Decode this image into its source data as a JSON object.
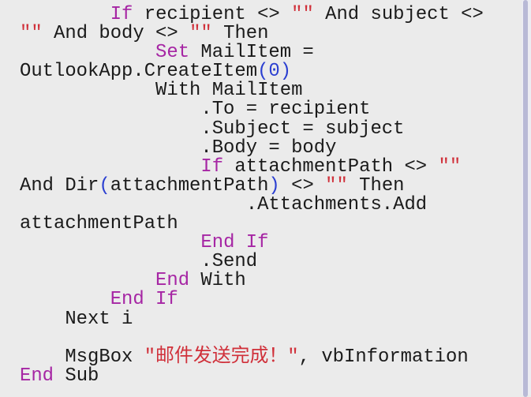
{
  "code_lines": [
    [
      {
        "t": "        "
      },
      {
        "t": "If",
        "c": "kw"
      },
      {
        "t": " recipient <> "
      },
      {
        "t": "\"\"",
        "c": "str"
      },
      {
        "t": " And subject <>"
      }
    ],
    [
      {
        "t": "\"\"",
        "c": "str"
      },
      {
        "t": " And body <> "
      },
      {
        "t": "\"\"",
        "c": "str"
      },
      {
        "t": " Then"
      }
    ],
    [
      {
        "t": "            "
      },
      {
        "t": "Set",
        "c": "kw"
      },
      {
        "t": " MailItem ="
      }
    ],
    [
      {
        "t": "OutlookApp.CreateItem"
      },
      {
        "t": "(",
        "c": "paren"
      },
      {
        "t": "0",
        "c": "num"
      },
      {
        "t": ")",
        "c": "paren"
      }
    ],
    [
      {
        "t": "            "
      },
      {
        "t": "With MailItem"
      }
    ],
    [
      {
        "t": "                .To = recipient"
      }
    ],
    [
      {
        "t": "                .Subject = subject"
      }
    ],
    [
      {
        "t": "                .Body = body"
      }
    ],
    [
      {
        "t": "                "
      },
      {
        "t": "If",
        "c": "kw"
      },
      {
        "t": " attachmentPath <> "
      },
      {
        "t": "\"\"",
        "c": "str"
      }
    ],
    [
      {
        "t": "And Dir"
      },
      {
        "t": "(",
        "c": "paren"
      },
      {
        "t": "attachmentPath"
      },
      {
        "t": ")",
        "c": "paren"
      },
      {
        "t": " <> "
      },
      {
        "t": "\"\"",
        "c": "str"
      },
      {
        "t": " Then"
      }
    ],
    [
      {
        "t": "                    .Attachments.Add"
      }
    ],
    [
      {
        "t": "attachmentPath"
      }
    ],
    [
      {
        "t": "                "
      },
      {
        "t": "End If",
        "c": "kw"
      }
    ],
    [
      {
        "t": "                .Send"
      }
    ],
    [
      {
        "t": "            "
      },
      {
        "t": "End",
        "c": "kw"
      },
      {
        "t": " With"
      }
    ],
    [
      {
        "t": "        "
      },
      {
        "t": "End If",
        "c": "kw"
      }
    ],
    [
      {
        "t": "    Next i"
      }
    ],
    [
      {
        "t": ""
      }
    ],
    [
      {
        "t": "    MsgBox "
      },
      {
        "t": "\"邮件发送完成！\"",
        "c": "str"
      },
      {
        "t": ", vbInformation"
      }
    ],
    [
      {
        "t": "End",
        "c": "kw"
      },
      {
        "t": " Sub"
      }
    ]
  ],
  "colors": {
    "background": "#ebebeb",
    "keyword": "#a626a4",
    "string": "#d0303a",
    "paren_number": "#2b3fd1",
    "text": "#1a1a1a",
    "scrollbar": "#b8b9d6"
  }
}
